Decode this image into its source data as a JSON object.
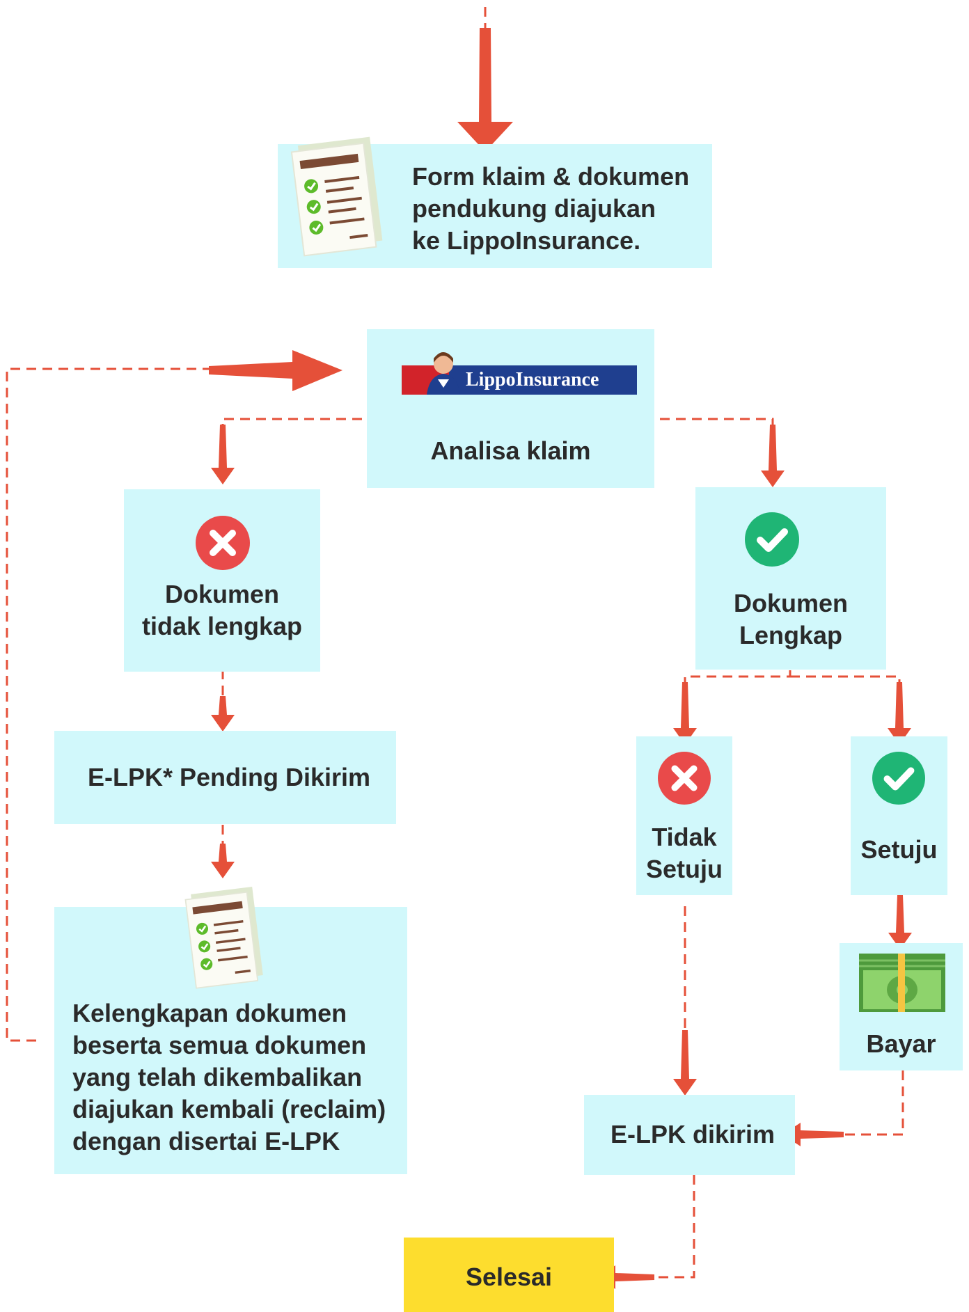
{
  "colors": {
    "box_fill": "#d1f8fb",
    "final_fill": "#fddd2e",
    "arrow": "#e55039",
    "cross": "#e94a4a",
    "check": "#1fb575",
    "logo_red": "#d2232a",
    "logo_blue": "#1f3f8f"
  },
  "nodes": {
    "submit": {
      "lines": [
        "Form klaim & dokumen",
        "pendukung diajukan",
        "ke LippoInsurance."
      ],
      "icon": "document-checklist-icon"
    },
    "analyze": {
      "logo_text": "LippoInsurance",
      "label": "Analisa klaim"
    },
    "incomplete": {
      "lines": [
        "Dokumen",
        "tidak lengkap"
      ],
      "icon": "cross-icon"
    },
    "complete": {
      "lines": [
        "Dokumen",
        "Lengkap"
      ],
      "icon": "check-icon"
    },
    "pending": {
      "label": "E-LPK* Pending Dikirim"
    },
    "reclaim": {
      "lines": [
        "Kelengkapan dokumen",
        "beserta semua dokumen",
        "yang telah dikembalikan",
        "diajukan kembali (reclaim)",
        "dengan disertai E-LPK"
      ],
      "icon": "document-checklist-icon"
    },
    "reject": {
      "lines": [
        "Tidak",
        "Setuju"
      ],
      "icon": "cross-icon"
    },
    "approve": {
      "label": "Setuju",
      "icon": "check-icon"
    },
    "pay": {
      "label": "Bayar",
      "icon": "money-icon"
    },
    "sent": {
      "label": "E-LPK dikirim"
    },
    "done": {
      "label": "Selesai"
    }
  }
}
